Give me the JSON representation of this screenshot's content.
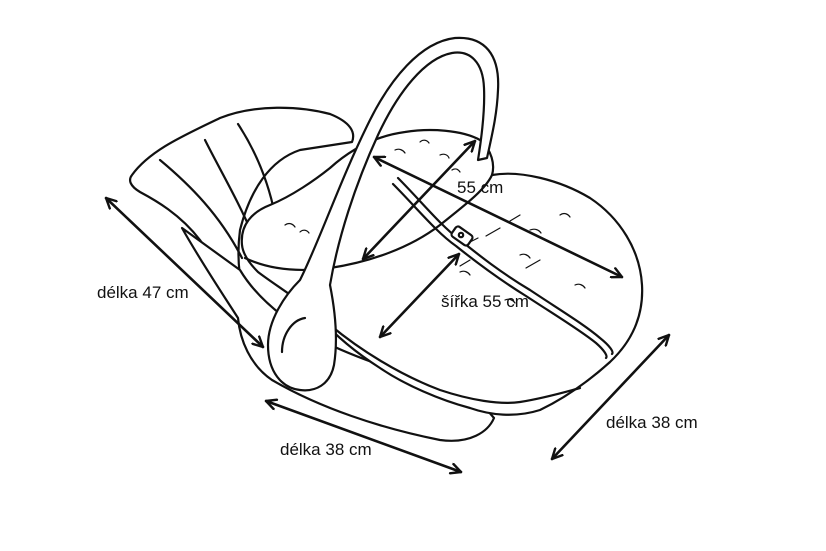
{
  "labels": {
    "length_left": "délka 47 cm",
    "length_front": "délka 38 cm",
    "length_right": "délka 38 cm",
    "diagonal": "55 cm",
    "width": "šířka 55 cm"
  },
  "colors": {
    "stroke": "#111111",
    "background": "#ffffff"
  }
}
